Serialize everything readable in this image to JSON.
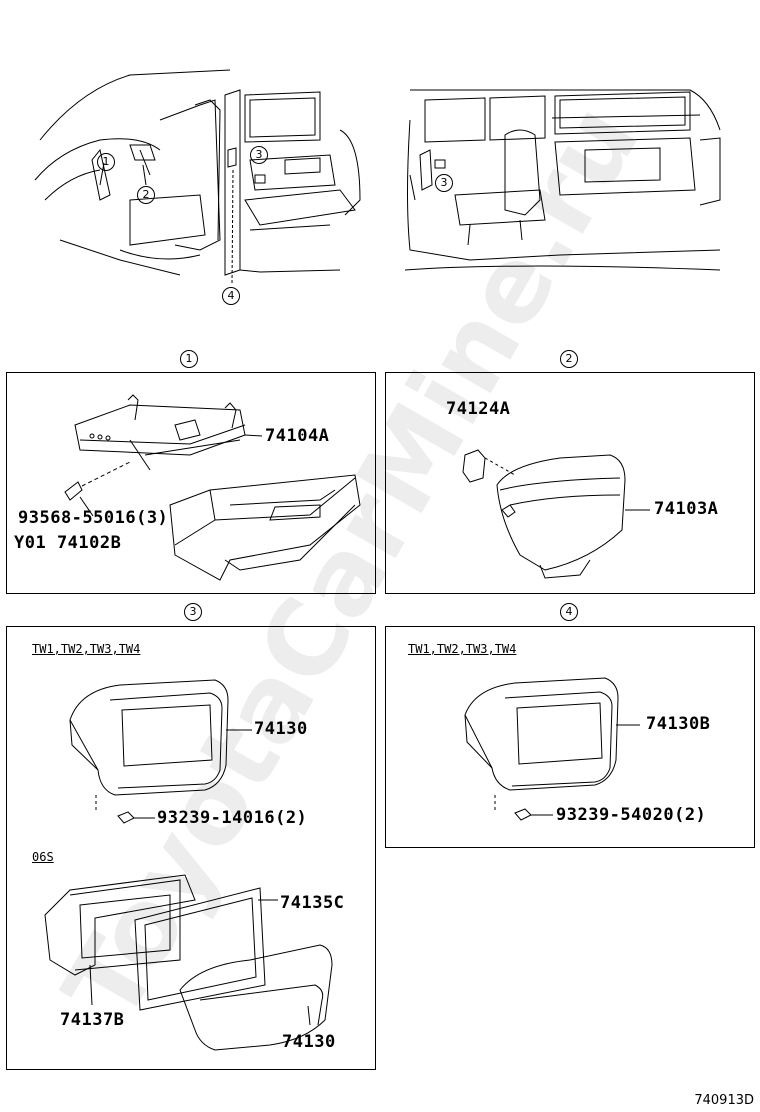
{
  "watermark": "ToyotaCarMine.ru",
  "overview_callouts": [
    "1",
    "2",
    "3",
    "4",
    "3"
  ],
  "sections": [
    {
      "number": "1",
      "parts": [
        "74104A",
        "93568-55016(3)",
        "Y01 74102B"
      ]
    },
    {
      "number": "2",
      "parts": [
        "74124A",
        "74103A"
      ]
    },
    {
      "number": "3",
      "variant_a": "TW1,TW2,TW3,TW4",
      "parts_a": [
        "74130",
        "93239-14016(2)"
      ],
      "variant_b": "06S",
      "parts_b": [
        "74135C",
        "74137B",
        "74130"
      ]
    },
    {
      "number": "4",
      "variant_a": "TW1,TW2,TW3,TW4",
      "parts_a": [
        "74130B",
        "93239-54020(2)"
      ]
    }
  ],
  "diagram_code": "740913D"
}
